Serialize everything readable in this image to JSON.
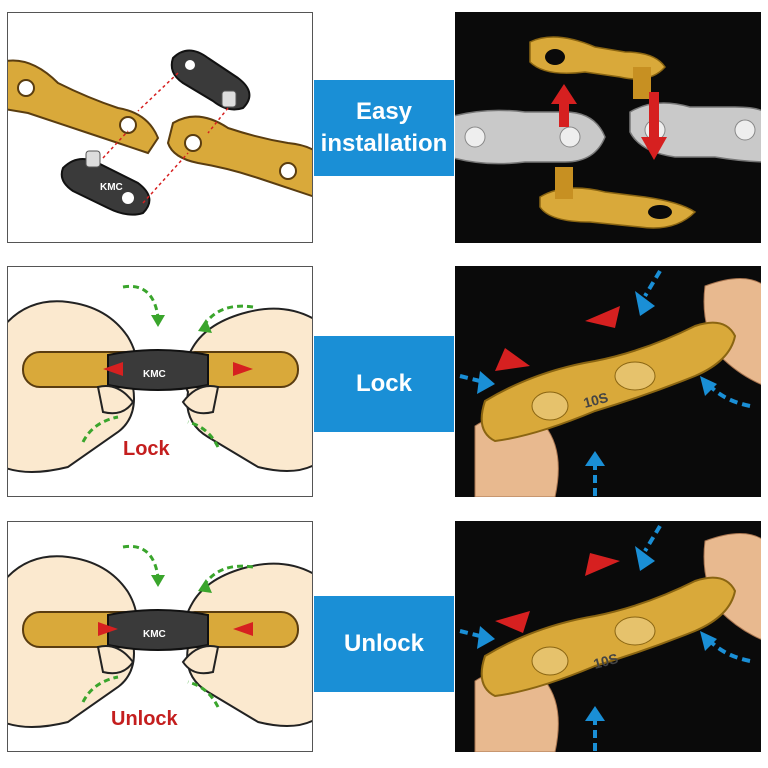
{
  "rows": [
    {
      "label": "Easy installation",
      "line1": "Easy",
      "line2": "installation",
      "left_caption": "",
      "brand": "KMC",
      "right_text": ""
    },
    {
      "label": "Lock",
      "left_caption": "Lock",
      "brand": "KMC",
      "right_text": "10S"
    },
    {
      "label": "Unlock",
      "left_caption": "Unlock",
      "brand": "KMC",
      "right_text": "10S"
    }
  ],
  "colors": {
    "band": "#1a8fd6",
    "gold": "#d9a93a",
    "red": "#d62020",
    "green": "#3aa52c",
    "blue": "#1a8fd6",
    "skin": "#fbe9cf"
  }
}
